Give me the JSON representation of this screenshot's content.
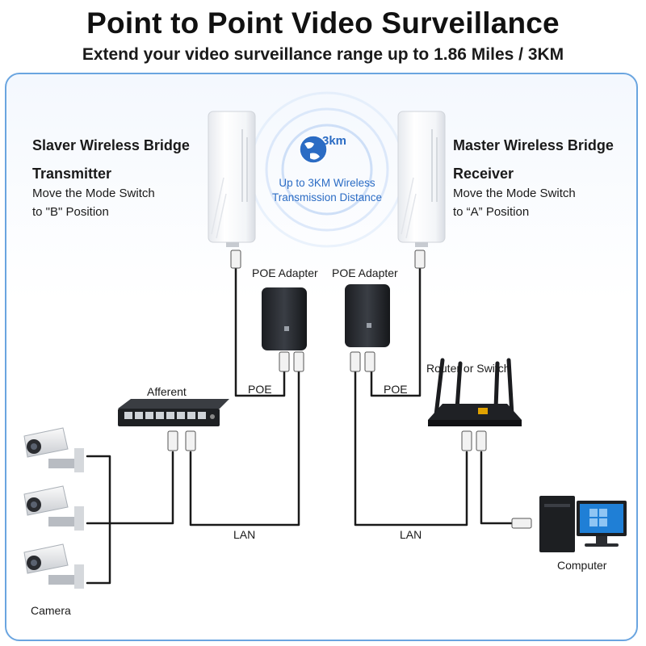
{
  "header": {
    "title": "Point to Point Video Surveillance",
    "subtitle": "Extend your video surveillance range up to 1.86 Miles / 3KM"
  },
  "left_bridge": {
    "name": "Slaver Wireless Bridge",
    "role": "Transmitter",
    "instruction_line1": "Move the Mode Switch",
    "instruction_line2": "to \"B\" Position"
  },
  "right_bridge": {
    "name": "Master Wireless Bridge",
    "role": "Receiver",
    "instruction_line1": "Move the Mode Switch",
    "instruction_line2": "to “A” Position"
  },
  "distance": {
    "badge": "3km",
    "line1": "Up to 3KM Wireless",
    "line2": "Transmission Distance"
  },
  "poe_adapter_left": "POE Adapter",
  "poe_adapter_right": "POE Adapter",
  "poe_left": "POE",
  "poe_right": "POE",
  "afferent": "Afferent",
  "router": "Router or Switch",
  "lan_left": "LAN",
  "lan_right": "LAN",
  "camera": "Camera",
  "computer": "Computer",
  "colors": {
    "accent": "#2b6cc4",
    "panel_border": "#6aa5e0",
    "cable": "#1a1a1a"
  }
}
